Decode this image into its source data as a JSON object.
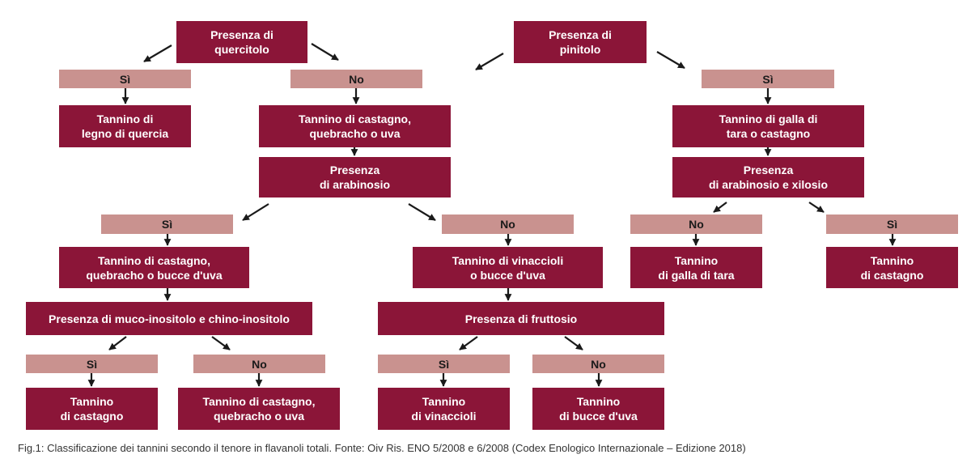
{
  "nodes": {
    "quercitolo": [
      "Presenza di",
      "quercitolo"
    ],
    "pinitolo": [
      "Presenza di",
      "pinitolo"
    ],
    "legno_quercia": [
      "Tannino di",
      "legno di quercia"
    ],
    "castagno_quebracho_uva": [
      "Tannino di castagno,",
      "quebracho o uva"
    ],
    "arabinosio": [
      "Presenza",
      "di arabinosio"
    ],
    "castagno_quebracho_bucce": [
      "Tannino di castagno,",
      "quebracho o bucce d'uva"
    ],
    "vinaccioli_bucce": [
      "Tannino di vinaccioli",
      "o bucce d'uva"
    ],
    "muco_chino": [
      "Presenza di muco-inositolo e chino-inositolo"
    ],
    "fruttosio": [
      "Presenza di fruttosio"
    ],
    "castagno_a": [
      "Tannino",
      "di castagno"
    ],
    "castagno_quebracho_uva_2": [
      "Tannino di castagno,",
      "quebracho o uva"
    ],
    "vinaccioli": [
      "Tannino",
      "di vinaccioli"
    ],
    "bucce_uva": [
      "Tannino",
      "di bucce d'uva"
    ],
    "galla_tara_castagno": [
      "Tannino di galla di",
      "tara o castagno"
    ],
    "arabinosio_xilosio": [
      "Presenza",
      "di arabinosio e xilosio"
    ],
    "galla_tara": [
      "Tannino",
      "di galla di tara"
    ],
    "castagno_b": [
      "Tannino",
      "di castagno"
    ]
  },
  "labels": {
    "yes": "Sì",
    "no": "No"
  },
  "caption": "Fig.1: Classificazione dei tannini secondo il tenore in flavanoli totali. Fonte: Oiv Ris. ENO 5/2008 e 6/2008 (Codex Enologico Internazionale – Edizione 2018)",
  "colors": {
    "node": "#8b1538",
    "label": "#c9928f",
    "arrow": "#1a1a1a"
  }
}
